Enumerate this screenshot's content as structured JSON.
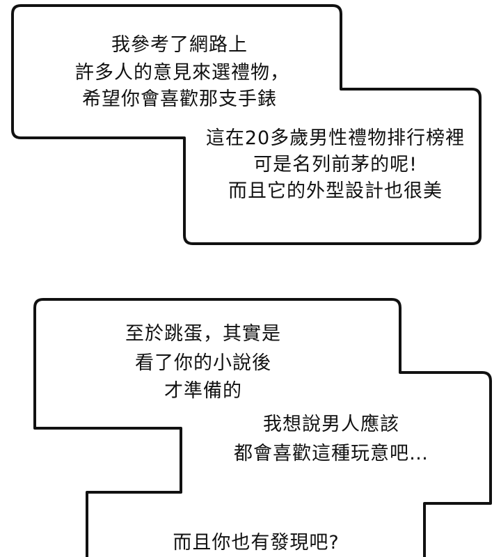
{
  "bubbles": [
    {
      "part_a": [
        "我參考了網路上",
        "許多人的意見來選禮物，",
        "希望你會喜歡那支手錶"
      ],
      "part_b": [
        "這在20多歲男性禮物排行榜裡",
        "可是名列前茅的呢!",
        "而且它的外型設計也很美"
      ]
    },
    {
      "part_a": [
        "至於跳蛋，其實是",
        "看了你的小說後",
        "才準備的"
      ],
      "part_b": [
        "我想說男人應該",
        "都會喜歡這種玩意吧…"
      ],
      "part_c": [
        "而且你也有發現吧?"
      ]
    }
  ],
  "colors": {
    "ink": "#111111",
    "paper": "#ffffff"
  }
}
